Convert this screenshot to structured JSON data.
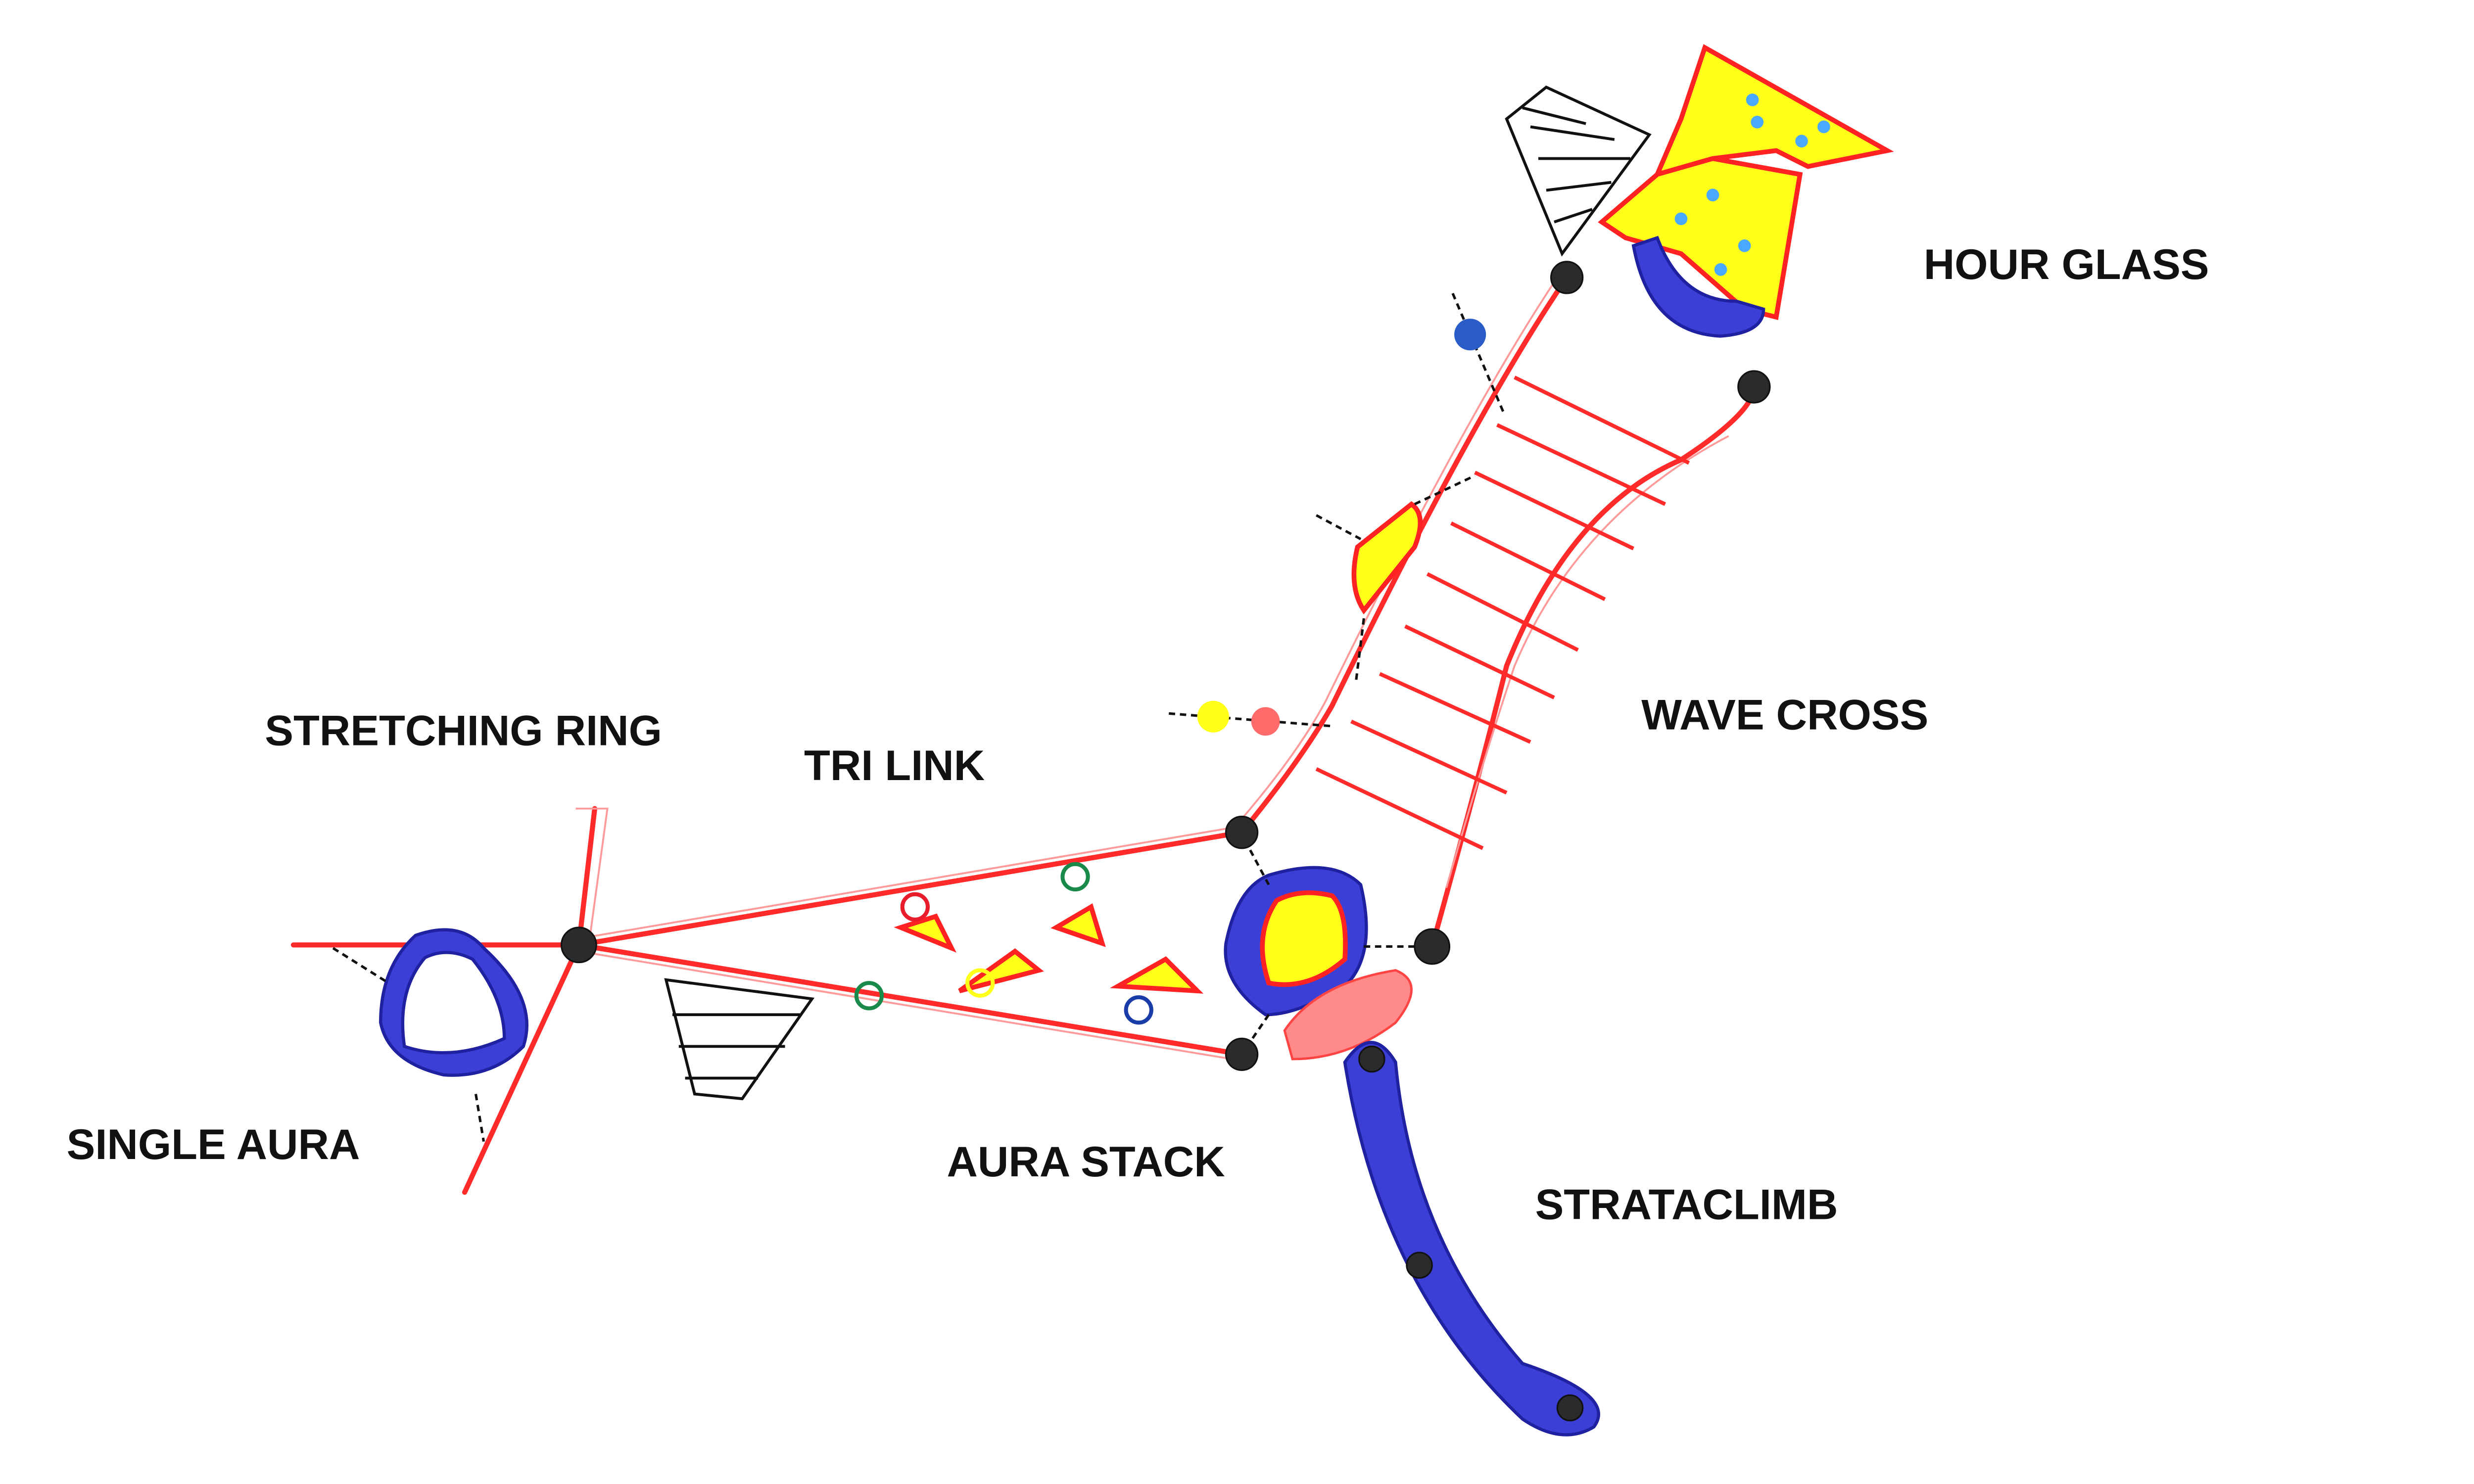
{
  "labels": {
    "hour_glass": "HOUR GLASS",
    "wave_cross": "WAVE CROSS",
    "stretching_ring": "STRETCHING RING",
    "tri_link": "TRI LINK",
    "single_aura": "SINGLE AURA",
    "aura_stack": "AURA STACK",
    "strataclimb": "STRATACLIMB"
  },
  "colors": {
    "frame": "#ff2a2a",
    "panel": "#ffff1a",
    "aura": "#3b3fd6",
    "hold": "#4aa8ff",
    "node": "#2b2b2b"
  }
}
